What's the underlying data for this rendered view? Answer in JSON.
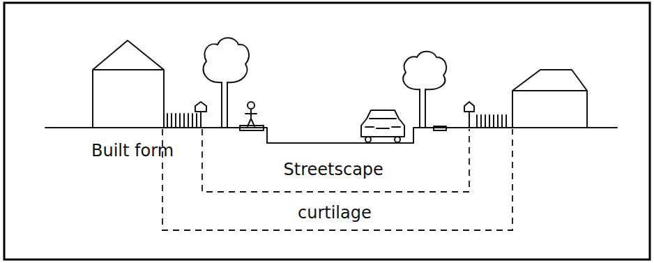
{
  "diagram": {
    "labels": [
      "Built form",
      "Streetscape",
      "curtilage"
    ]
  }
}
